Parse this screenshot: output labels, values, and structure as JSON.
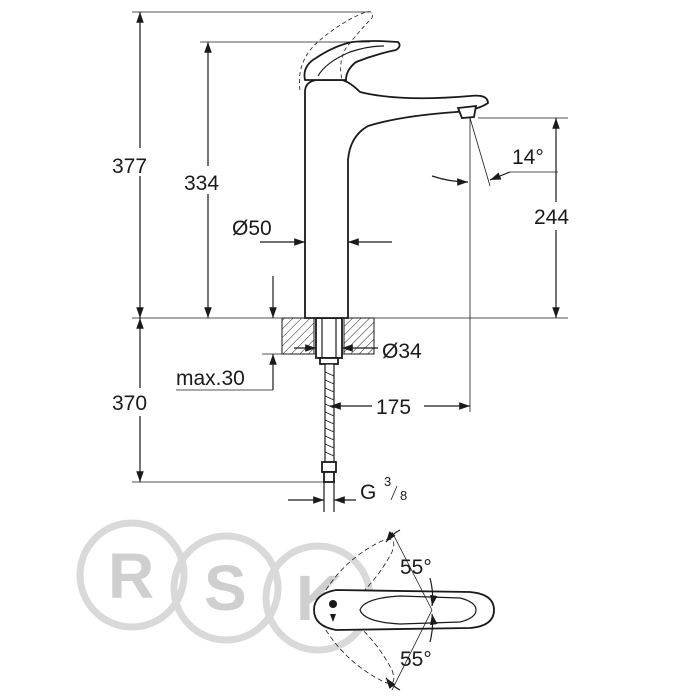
{
  "dimensions": {
    "total_height": "377",
    "spout_height": "334",
    "outlet_height": "244",
    "tilt_angle": "14°",
    "body_diameter": "Ø50",
    "hole_diameter": "Ø34",
    "max_thickness": "max.30",
    "below_deck": "370",
    "reach": "175",
    "connection_g": "G",
    "connection_num": "3",
    "connection_den": "8",
    "angle_upper": "55°",
    "angle_lower": "55°"
  },
  "watermark": {
    "letters": [
      "R",
      "S",
      "K"
    ]
  },
  "colors": {
    "line": "#1a1a1a",
    "watermark": "#d9d9d9",
    "background": "#ffffff"
  }
}
